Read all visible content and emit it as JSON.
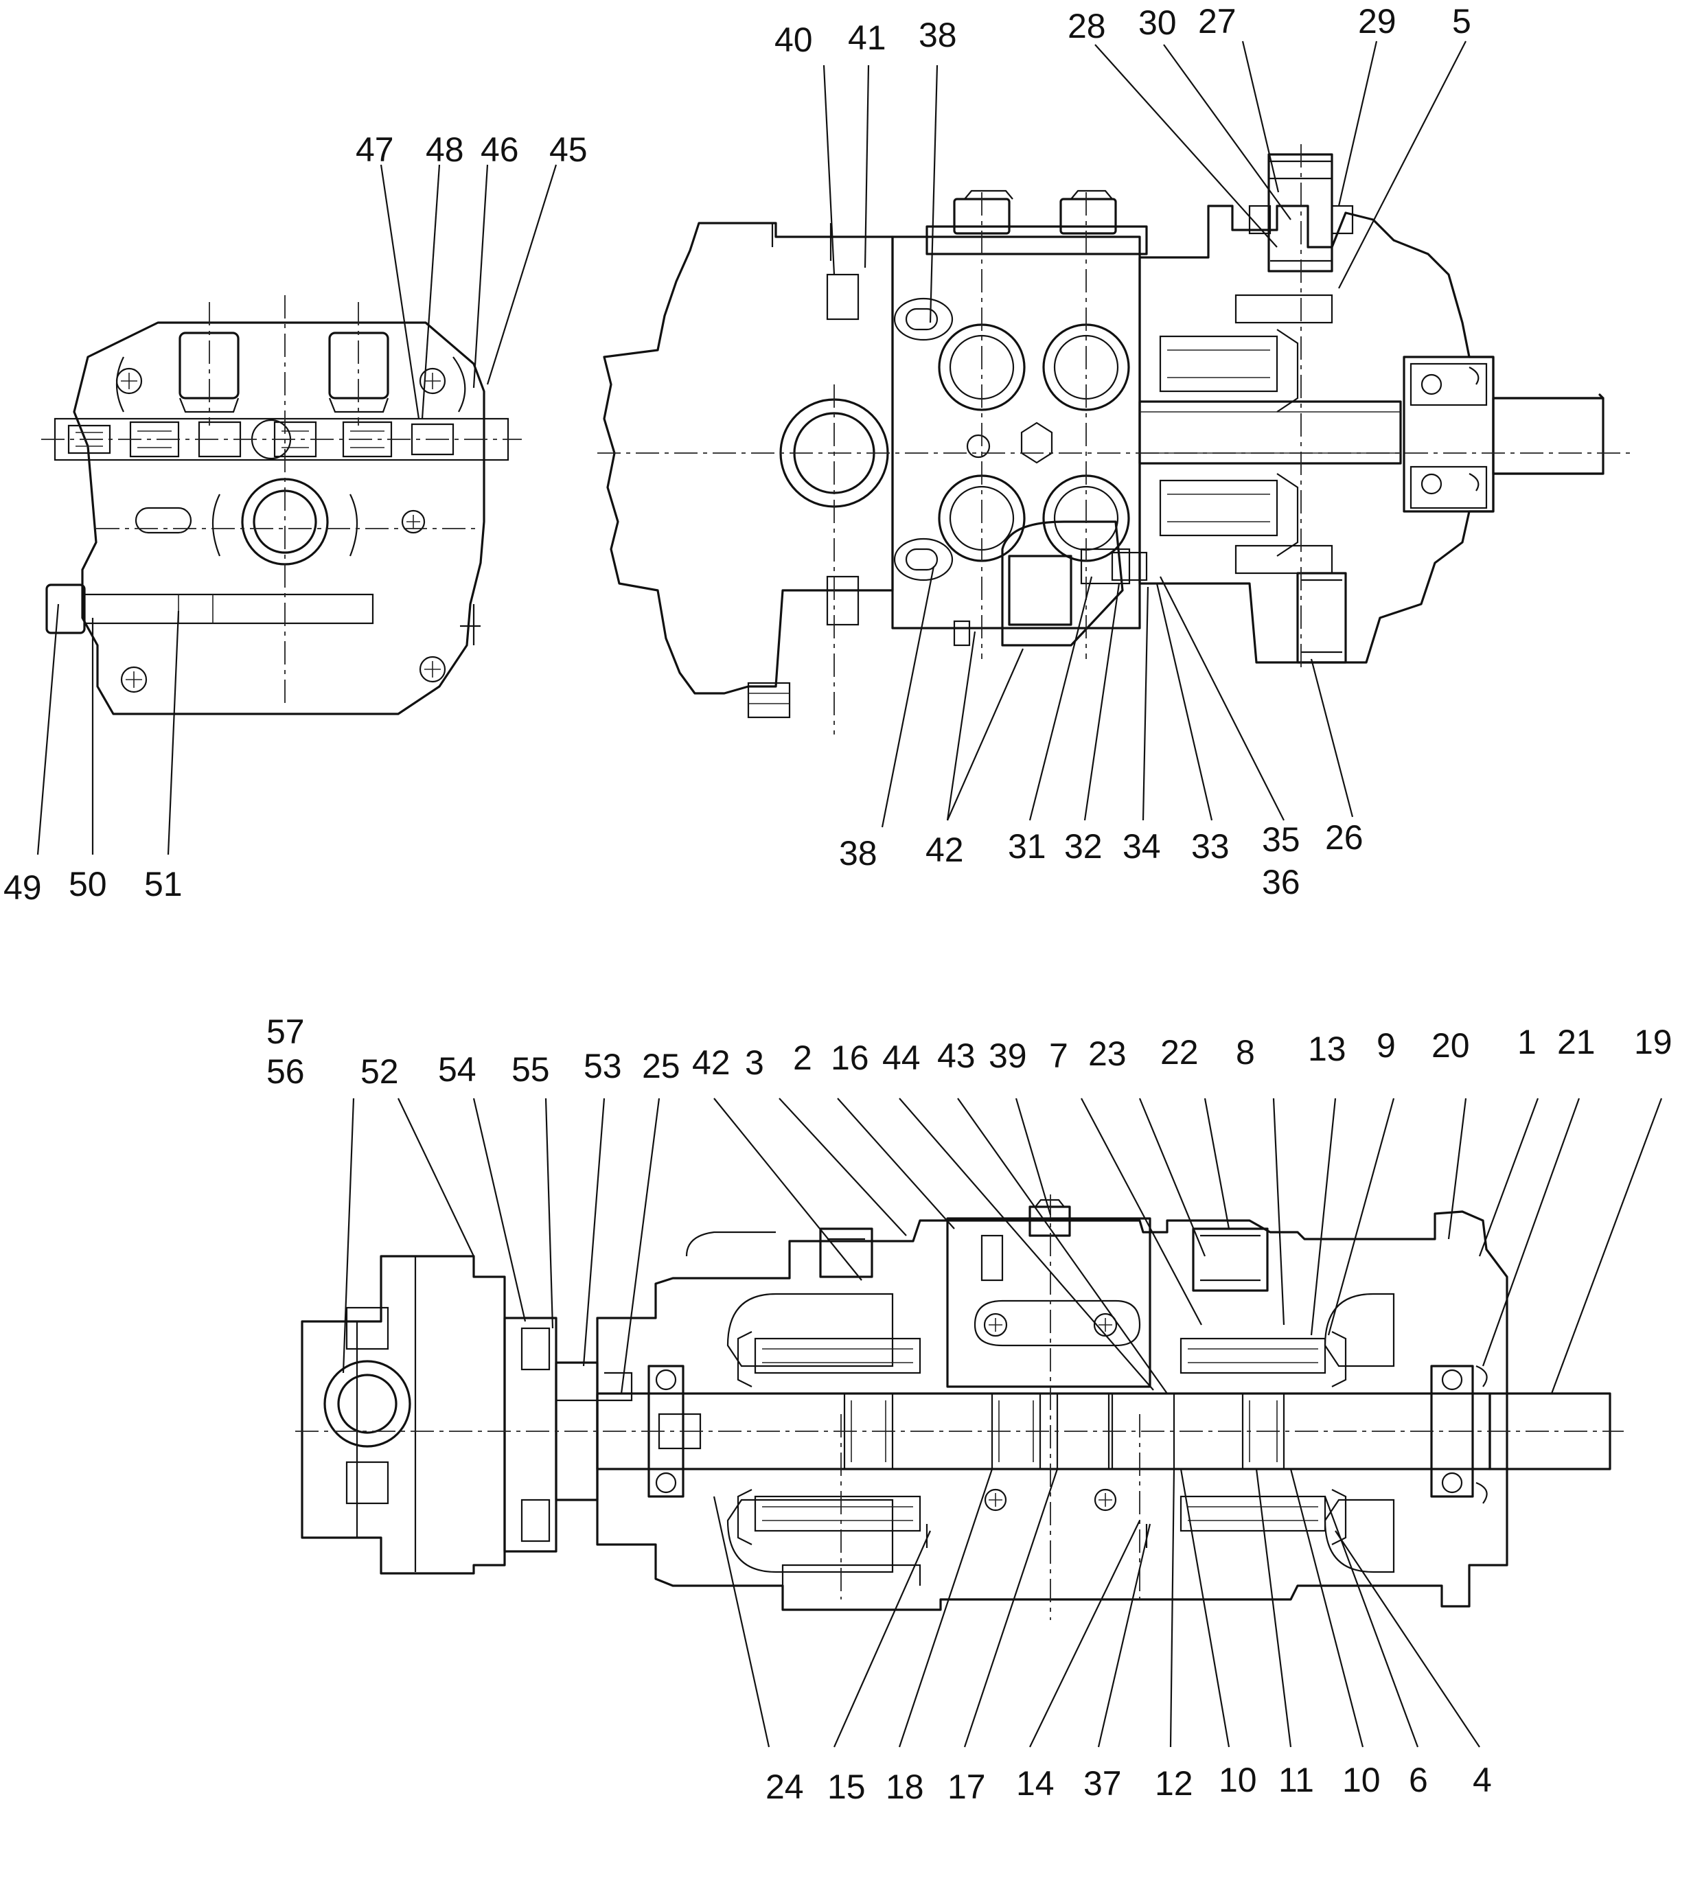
{
  "callouts": [
    {
      "id": "47",
      "text": "47"
    },
    {
      "id": "48",
      "text": "48"
    },
    {
      "id": "46",
      "text": "46"
    },
    {
      "id": "45",
      "text": "45"
    },
    {
      "id": "49",
      "text": "49"
    },
    {
      "id": "50",
      "text": "50"
    },
    {
      "id": "51",
      "text": "51"
    },
    {
      "id": "40",
      "text": "40"
    },
    {
      "id": "41",
      "text": "41"
    },
    {
      "id": "38a",
      "text": "38"
    },
    {
      "id": "28",
      "text": "28"
    },
    {
      "id": "30",
      "text": "30"
    },
    {
      "id": "27",
      "text": "27"
    },
    {
      "id": "29",
      "text": "29"
    },
    {
      "id": "5",
      "text": "5"
    },
    {
      "id": "38b",
      "text": "38"
    },
    {
      "id": "42",
      "text": "42"
    },
    {
      "id": "31",
      "text": "31"
    },
    {
      "id": "32",
      "text": "32"
    },
    {
      "id": "34",
      "text": "34"
    },
    {
      "id": "33",
      "text": "33"
    },
    {
      "id": "35",
      "text": "35"
    },
    {
      "id": "36",
      "text": "36"
    },
    {
      "id": "26",
      "text": "26"
    },
    {
      "id": "57",
      "text": "57"
    },
    {
      "id": "56",
      "text": "56"
    },
    {
      "id": "52",
      "text": "52"
    },
    {
      "id": "54",
      "text": "54"
    },
    {
      "id": "55",
      "text": "55"
    },
    {
      "id": "53",
      "text": "53"
    },
    {
      "id": "25",
      "text": "25"
    },
    {
      "id": "42b",
      "text": "42"
    },
    {
      "id": "3",
      "text": "3"
    },
    {
      "id": "2",
      "text": "2"
    },
    {
      "id": "16",
      "text": "16"
    },
    {
      "id": "44",
      "text": "44"
    },
    {
      "id": "43",
      "text": "43"
    },
    {
      "id": "39",
      "text": "39"
    },
    {
      "id": "7",
      "text": "7"
    },
    {
      "id": "23",
      "text": "23"
    },
    {
      "id": "22",
      "text": "22"
    },
    {
      "id": "8",
      "text": "8"
    },
    {
      "id": "13",
      "text": "13"
    },
    {
      "id": "9",
      "text": "9"
    },
    {
      "id": "20",
      "text": "20"
    },
    {
      "id": "1",
      "text": "1"
    },
    {
      "id": "21",
      "text": "21"
    },
    {
      "id": "19",
      "text": "19"
    },
    {
      "id": "24",
      "text": "24"
    },
    {
      "id": "15",
      "text": "15"
    },
    {
      "id": "18",
      "text": "18"
    },
    {
      "id": "17",
      "text": "17"
    },
    {
      "id": "14",
      "text": "14"
    },
    {
      "id": "37",
      "text": "37"
    },
    {
      "id": "12",
      "text": "12"
    },
    {
      "id": "10a",
      "text": "10"
    },
    {
      "id": "11",
      "text": "11"
    },
    {
      "id": "10b",
      "text": "10"
    },
    {
      "id": "6",
      "text": "6"
    },
    {
      "id": "4",
      "text": "4"
    }
  ],
  "views": {
    "end_view": "end-view",
    "top_view": "top-view",
    "side_section": "side-section"
  }
}
